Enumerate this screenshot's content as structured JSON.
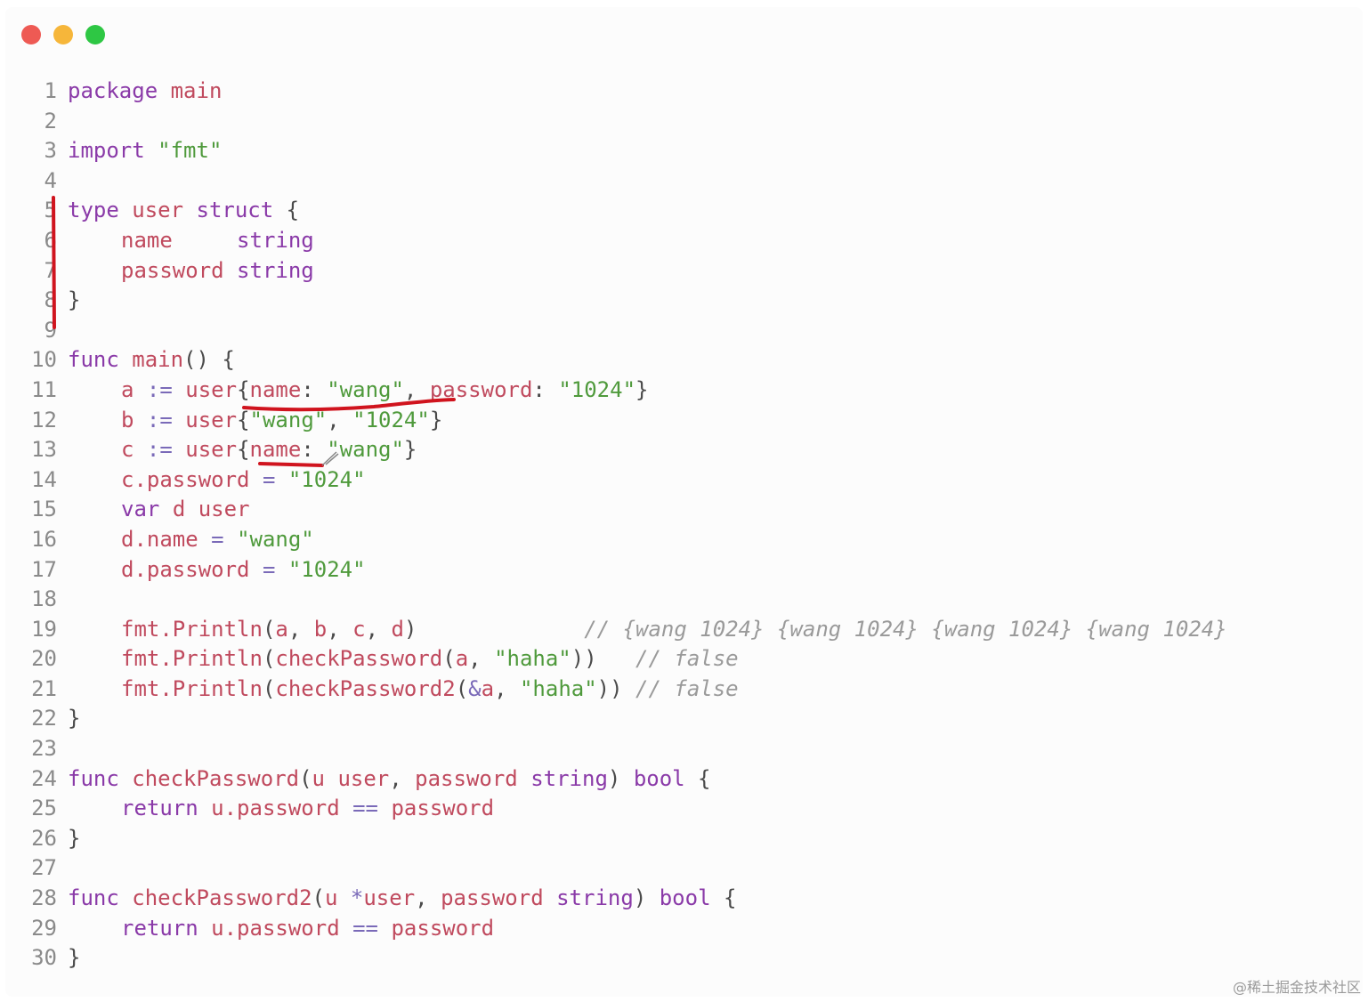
{
  "window": {
    "controls": [
      "close-button",
      "minimize-button",
      "maximize-button"
    ]
  },
  "code": {
    "lines": [
      {
        "n": "1",
        "tokens": [
          [
            "kw",
            "package"
          ],
          [
            "punc",
            " "
          ],
          [
            "id",
            "main"
          ]
        ]
      },
      {
        "n": "2",
        "tokens": []
      },
      {
        "n": "3",
        "tokens": [
          [
            "kw",
            "import"
          ],
          [
            "punc",
            " "
          ],
          [
            "str",
            "\"fmt\""
          ]
        ]
      },
      {
        "n": "4",
        "tokens": []
      },
      {
        "n": "5",
        "tokens": [
          [
            "kw",
            "type"
          ],
          [
            "punc",
            " "
          ],
          [
            "id",
            "user"
          ],
          [
            "punc",
            " "
          ],
          [
            "kw",
            "struct"
          ],
          [
            "punc",
            " {"
          ]
        ]
      },
      {
        "n": "6",
        "indent": 1,
        "tokens": [
          [
            "id",
            "name"
          ],
          [
            "punc",
            "     "
          ],
          [
            "kw",
            "string"
          ]
        ]
      },
      {
        "n": "7",
        "indent": 1,
        "tokens": [
          [
            "id",
            "password"
          ],
          [
            "punc",
            " "
          ],
          [
            "kw",
            "string"
          ]
        ]
      },
      {
        "n": "8",
        "tokens": [
          [
            "punc",
            "}"
          ]
        ]
      },
      {
        "n": "9",
        "tokens": []
      },
      {
        "n": "10",
        "tokens": [
          [
            "kw",
            "func"
          ],
          [
            "punc",
            " "
          ],
          [
            "id",
            "main"
          ],
          [
            "punc",
            "() {"
          ]
        ]
      },
      {
        "n": "11",
        "indent": 1,
        "tokens": [
          [
            "id",
            "a"
          ],
          [
            "punc",
            " "
          ],
          [
            "op",
            ":="
          ],
          [
            "punc",
            " "
          ],
          [
            "id",
            "user"
          ],
          [
            "punc",
            "{"
          ],
          [
            "id",
            "name"
          ],
          [
            "punc",
            ": "
          ],
          [
            "str",
            "\"wang\""
          ],
          [
            "punc",
            ", "
          ],
          [
            "id",
            "password"
          ],
          [
            "punc",
            ": "
          ],
          [
            "str",
            "\"1024\""
          ],
          [
            "punc",
            "}"
          ]
        ]
      },
      {
        "n": "12",
        "indent": 1,
        "tokens": [
          [
            "id",
            "b"
          ],
          [
            "punc",
            " "
          ],
          [
            "op",
            ":="
          ],
          [
            "punc",
            " "
          ],
          [
            "id",
            "user"
          ],
          [
            "punc",
            "{"
          ],
          [
            "str",
            "\"wang\""
          ],
          [
            "punc",
            ", "
          ],
          [
            "str",
            "\"1024\""
          ],
          [
            "punc",
            "}"
          ]
        ]
      },
      {
        "n": "13",
        "indent": 1,
        "tokens": [
          [
            "id",
            "c"
          ],
          [
            "punc",
            " "
          ],
          [
            "op",
            ":="
          ],
          [
            "punc",
            " "
          ],
          [
            "id",
            "user"
          ],
          [
            "punc",
            "{"
          ],
          [
            "id",
            "name"
          ],
          [
            "punc",
            ": "
          ],
          [
            "str",
            "\"wang\""
          ],
          [
            "punc",
            "}"
          ]
        ]
      },
      {
        "n": "14",
        "indent": 1,
        "tokens": [
          [
            "id",
            "c.password"
          ],
          [
            "punc",
            " "
          ],
          [
            "op",
            "="
          ],
          [
            "punc",
            " "
          ],
          [
            "str",
            "\"1024\""
          ]
        ]
      },
      {
        "n": "15",
        "indent": 1,
        "tokens": [
          [
            "kw",
            "var"
          ],
          [
            "punc",
            " "
          ],
          [
            "id",
            "d"
          ],
          [
            "punc",
            " "
          ],
          [
            "id",
            "user"
          ]
        ]
      },
      {
        "n": "16",
        "indent": 1,
        "tokens": [
          [
            "id",
            "d.name"
          ],
          [
            "punc",
            " "
          ],
          [
            "op",
            "="
          ],
          [
            "punc",
            " "
          ],
          [
            "str",
            "\"wang\""
          ]
        ]
      },
      {
        "n": "17",
        "indent": 1,
        "tokens": [
          [
            "id",
            "d.password"
          ],
          [
            "punc",
            " "
          ],
          [
            "op",
            "="
          ],
          [
            "punc",
            " "
          ],
          [
            "str",
            "\"1024\""
          ]
        ]
      },
      {
        "n": "18",
        "tokens": []
      },
      {
        "n": "19",
        "indent": 1,
        "tokens": [
          [
            "id",
            "fmt.Println"
          ],
          [
            "punc",
            "("
          ],
          [
            "id",
            "a"
          ],
          [
            "punc",
            ", "
          ],
          [
            "id",
            "b"
          ],
          [
            "punc",
            ", "
          ],
          [
            "id",
            "c"
          ],
          [
            "punc",
            ", "
          ],
          [
            "id",
            "d"
          ],
          [
            "punc",
            ")"
          ],
          [
            "punc",
            "             "
          ],
          [
            "cm",
            "// {wang 1024} {wang 1024} {wang 1024} {wang 1024}"
          ]
        ]
      },
      {
        "n": "20",
        "indent": 1,
        "tokens": [
          [
            "id",
            "fmt.Println"
          ],
          [
            "punc",
            "("
          ],
          [
            "id",
            "checkPassword"
          ],
          [
            "punc",
            "("
          ],
          [
            "id",
            "a"
          ],
          [
            "punc",
            ", "
          ],
          [
            "str",
            "\"haha\""
          ],
          [
            "punc",
            "))"
          ],
          [
            "punc",
            "   "
          ],
          [
            "cm",
            "// false"
          ]
        ]
      },
      {
        "n": "21",
        "indent": 1,
        "tokens": [
          [
            "id",
            "fmt.Println"
          ],
          [
            "punc",
            "("
          ],
          [
            "id",
            "checkPassword2"
          ],
          [
            "punc",
            "("
          ],
          [
            "op",
            "&"
          ],
          [
            "id",
            "a"
          ],
          [
            "punc",
            ", "
          ],
          [
            "str",
            "\"haha\""
          ],
          [
            "punc",
            "))"
          ],
          [
            "punc",
            " "
          ],
          [
            "cm",
            "// false"
          ]
        ]
      },
      {
        "n": "22",
        "tokens": [
          [
            "punc",
            "}"
          ]
        ]
      },
      {
        "n": "23",
        "tokens": []
      },
      {
        "n": "24",
        "tokens": [
          [
            "kw",
            "func"
          ],
          [
            "punc",
            " "
          ],
          [
            "id",
            "checkPassword"
          ],
          [
            "punc",
            "("
          ],
          [
            "id",
            "u"
          ],
          [
            "punc",
            " "
          ],
          [
            "id",
            "user"
          ],
          [
            "punc",
            ", "
          ],
          [
            "id",
            "password"
          ],
          [
            "punc",
            " "
          ],
          [
            "kw",
            "string"
          ],
          [
            "punc",
            ") "
          ],
          [
            "kw",
            "bool"
          ],
          [
            "punc",
            " {"
          ]
        ]
      },
      {
        "n": "25",
        "indent": 1,
        "tokens": [
          [
            "kw",
            "return"
          ],
          [
            "punc",
            " "
          ],
          [
            "id",
            "u.password"
          ],
          [
            "punc",
            " "
          ],
          [
            "op",
            "=="
          ],
          [
            "punc",
            " "
          ],
          [
            "id",
            "password"
          ]
        ]
      },
      {
        "n": "26",
        "tokens": [
          [
            "punc",
            "}"
          ]
        ]
      },
      {
        "n": "27",
        "tokens": []
      },
      {
        "n": "28",
        "tokens": [
          [
            "kw",
            "func"
          ],
          [
            "punc",
            " "
          ],
          [
            "id",
            "checkPassword2"
          ],
          [
            "punc",
            "("
          ],
          [
            "id",
            "u"
          ],
          [
            "punc",
            " "
          ],
          [
            "op",
            "*"
          ],
          [
            "id",
            "user"
          ],
          [
            "punc",
            ", "
          ],
          [
            "id",
            "password"
          ],
          [
            "punc",
            " "
          ],
          [
            "kw",
            "string"
          ],
          [
            "punc",
            ") "
          ],
          [
            "kw",
            "bool"
          ],
          [
            "punc",
            " {"
          ]
        ]
      },
      {
        "n": "29",
        "indent": 1,
        "tokens": [
          [
            "kw",
            "return"
          ],
          [
            "punc",
            " "
          ],
          [
            "id",
            "u.password"
          ],
          [
            "punc",
            " "
          ],
          [
            "op",
            "=="
          ],
          [
            "punc",
            " "
          ],
          [
            "id",
            "password"
          ]
        ]
      },
      {
        "n": "30",
        "tokens": [
          [
            "punc",
            "}"
          ]
        ]
      }
    ]
  },
  "annotation": {
    "color": "#d0141e"
  },
  "watermark": {
    "text": "@稀土掘金技术社区"
  }
}
